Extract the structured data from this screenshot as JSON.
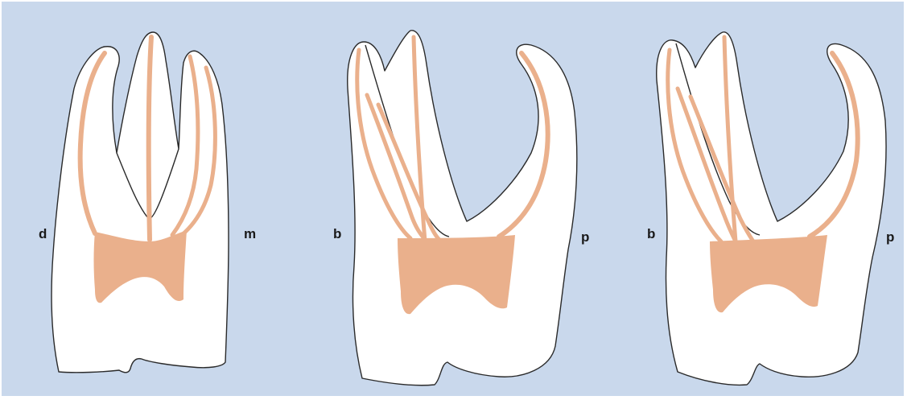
{
  "colors": {
    "background": "#c9d8ec",
    "tooth_fill": "#ffffff",
    "tooth_outline": "#2a2a2a",
    "pulp": "#eab08c"
  },
  "figures": [
    {
      "view": "mesiodistal",
      "left_label": "d",
      "right_label": "m"
    },
    {
      "view": "buccopalatal",
      "left_label": "b",
      "right_label": "p"
    },
    {
      "view": "buccopalatal",
      "left_label": "b",
      "right_label": "p"
    }
  ]
}
